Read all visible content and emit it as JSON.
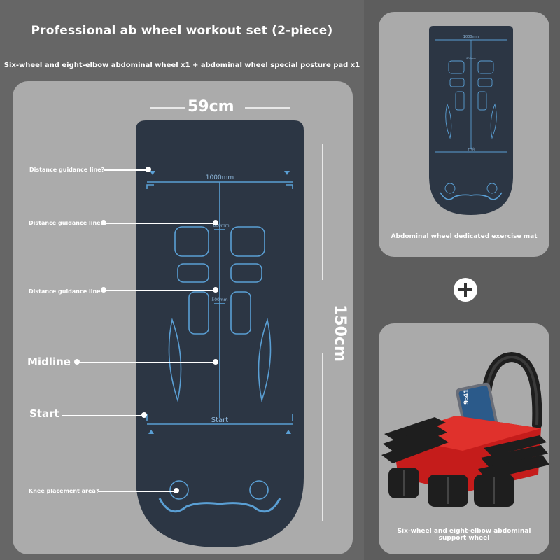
{
  "title": "Professional ab wheel workout set (2-piece)",
  "subtitle": "Six-wheel and eight-elbow abdominal wheel x1 + abdominal wheel special posture pad x1",
  "dimensions": {
    "width": "59cm",
    "length": "150cm"
  },
  "mat_labels": {
    "top_measure": "1000mm",
    "mid_measure_1": "800mm",
    "mid_measure_2": "500mm",
    "start": "Start"
  },
  "callouts": [
    "Distance guidance line?",
    "Distance guidance line",
    "Distance guidance line",
    "Midline",
    "Start",
    "Knee placement area?"
  ],
  "cards": {
    "mat_card_label": "Abdominal wheel dedicated exercise mat",
    "wheel_card_label": "Six-wheel and eight-elbow abdominal support wheel",
    "mini_mat_top": "1000mm",
    "mini_mat_mid": "800mm",
    "mini_mat_start": "开始"
  },
  "phone": {
    "time": "9:41"
  },
  "colors": {
    "mat": "#2c3644",
    "line": "#5a9fd4",
    "wheel_red": "#d8201e",
    "wheel_black": "#1e1e1e"
  }
}
